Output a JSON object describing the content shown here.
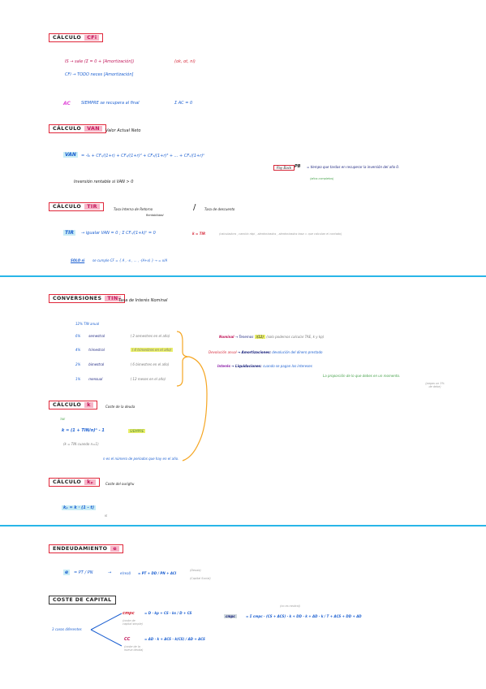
{
  "s1": {
    "cfi_header_a": "CÁLCULO",
    "cfi_header_b": "CFi",
    "is_line": "IS → sale  (Σ = 0 + [Amortización])",
    "is_note": "(ok, ot, ni)",
    "cfi_line": "CFi → TODO  neces  [Amortización]",
    "ac_label": "AC",
    "ac_line": "SIEMPRE  se  recupera  al  final",
    "ac_sum": "Σ AC = 0",
    "van_header_a": "CÁLCULO",
    "van_header_b": "VAN",
    "van_title": "Valor  Actual  Neto",
    "van_label": "VAN",
    "van_formula": "= -I₀ + CF₁/(1+r) + CF₂/(1+r)² + CF₃/(1+r)³ + ... + CFₙ/(1+r)ⁿ",
    "payback_tag": "Pay Back",
    "pb_tag": "PB",
    "pb_text": "= tiempo  que  tardas  en  recuperar  la  inversión  del  año 0.",
    "pb_sub": "(años completos)",
    "inv_text": "Inversión  rentable  si  VAN > 0",
    "tir_header_a": "CÁLCULO",
    "tir_header_b": "TIR",
    "tir_title_a": "Tasa  Interna  de  Retorno",
    "tir_title_b": "Rentabilidad",
    "tir_title_c": "Tasa  de  descuento",
    "tir_label": "TIR",
    "tir_formula": "→ igualar  VAN = 0  ;  Σ CFₙ/(1+k)ⁿ = 0",
    "tir_cond": "k = TIR",
    "tir_small": "(calculadora , cambio rápi , aleatorizados , aleatorizados  tasa = que calculan el contado)",
    "solo_a": "SOLO  si",
    "solo_b": "se  cumple  CF = { A , -x , ... , -(A+x) }  →  = x/A"
  },
  "s2": {
    "header_a": "CONVERSIONES",
    "header_b": "TIN",
    "title": "Tasa  de  Interés  Nominal",
    "tin_anual": "12%  TIN  anual",
    "rows": [
      {
        "rate": "6%",
        "name": "semestral",
        "desc": "( 2 semestres en el año)"
      },
      {
        "rate": "4%",
        "name": "trimestral",
        "desc": "( 4 trimestres en el año)"
      },
      {
        "rate": "2%",
        "name": "bimestral",
        "desc": "( 6 bimestres en el año)"
      },
      {
        "rate": "1%",
        "name": "mensual",
        "desc": "( 12 meses en el año)"
      }
    ],
    "nominal_a": "Nominal",
    "nominal_b": "→  Tenemos",
    "nominal_c": "i(12)",
    "nominal_d": "(solo  podemos  calcular  TAE,  k  y  kp)",
    "dev_a": "Devolución  anual",
    "dev_b": "→  Amortizaciones:",
    "dev_c": "devolución  del  dinero  prestado",
    "int_a": "Interés",
    "int_b": "→  Liquidaciones:",
    "int_c": "cuando  se  pagan  los  intereses",
    "int_d": "La  proporción  de  lo  que  debes  en  un  momento.",
    "int_e": "(pagas un  3% de debe)",
    "k_header_a": "CÁLCULO",
    "k_header_b": "k",
    "k_title": "Coste  de  la  deuda",
    "k_tae": "TAE",
    "k_formula": "k = (1 + TIN/n)ⁿ - 1",
    "k_siempre": "SIEMPRE",
    "k_note": "(k = TIN  cuando  n=1)",
    "n_note": "n  es  el  número  de  periodos  que  hay  en  el  año.",
    "kp_header_a": "CÁLCULO",
    "kp_header_b": "kₚ",
    "kp_title": "Coste  del  ourighu",
    "kp_formula": "kₚ = k · (1 - t)",
    "kp_sub": "IS"
  },
  "s3": {
    "header_a": "ENDEUDAMIENTO",
    "header_b": "e",
    "e_label": "e",
    "e_formula": "= PT / PN",
    "e_arrow": "→",
    "e_sub_label": "e(real)",
    "e_formula2": "= PT + DD / PN + ACI",
    "e_note1": "(Deuda)",
    "e_note2": "(Capital Social)",
    "capital_header": "COSTE  DE  CAPITAL",
    "tres_casos": "3  casos  diferentes",
    "cmpc_label": "cmpc",
    "cmpc_note": "(coste de capital simple)",
    "cmpc_formula": "= D · kp + CS · ks / D + CS",
    "cc_label": "CC",
    "cc_note": "(coste de la nueva deuda)",
    "cc_formula": "= ΔD · k + ΔCS · k(CS) / ΔD + ΔCS",
    "cmpc2_label": "cmpc",
    "cmpc2_top": "(no es neutral)",
    "cmpc2_formula": "= Σ cmpc · (CS + ΔCS) · k + DD · k + ΔD · k / T + ΔCS + DD + ΔD"
  }
}
